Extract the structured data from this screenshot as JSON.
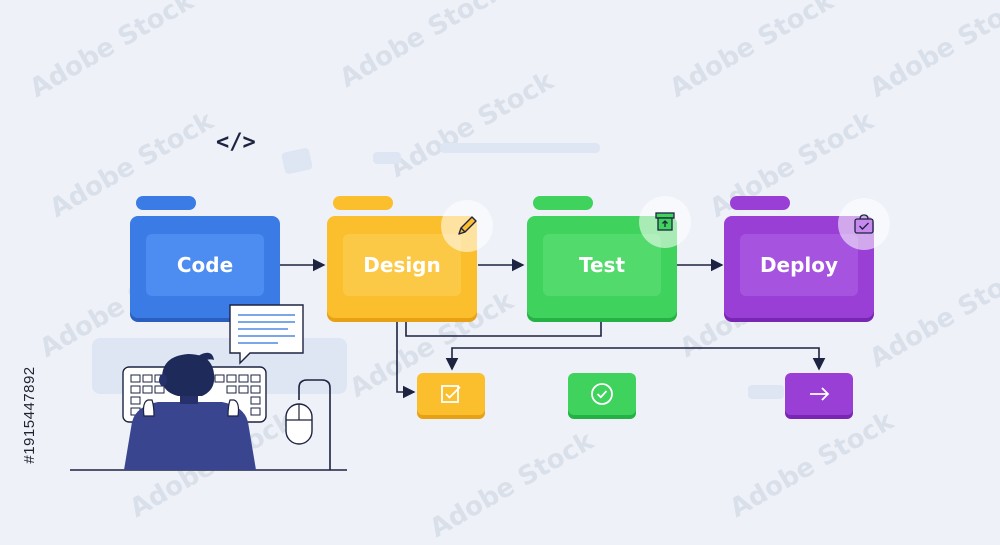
{
  "watermark": "Adobe Stock",
  "stock_id": "#1915447892",
  "code_tag": "</>",
  "colors": {
    "code": "#3b7be6",
    "design": "#fbbf2e",
    "test": "#3fd25c",
    "deploy": "#9a3fd6",
    "background": "#eef2f8",
    "line": "#1d2340"
  },
  "stages": [
    {
      "key": "code",
      "label": "Code",
      "badge": null
    },
    {
      "key": "design",
      "label": "Design",
      "badge": "pencil-icon"
    },
    {
      "key": "test",
      "label": "Test",
      "badge": "upload-box-icon"
    },
    {
      "key": "deploy",
      "label": "Deploy",
      "badge": "checked-bag-icon"
    }
  ],
  "outputs": [
    {
      "key": "design",
      "icon": "checkbox-edit-icon"
    },
    {
      "key": "test",
      "icon": "check-circle-icon"
    },
    {
      "key": "deploy",
      "icon": "arrow-right-icon"
    }
  ]
}
